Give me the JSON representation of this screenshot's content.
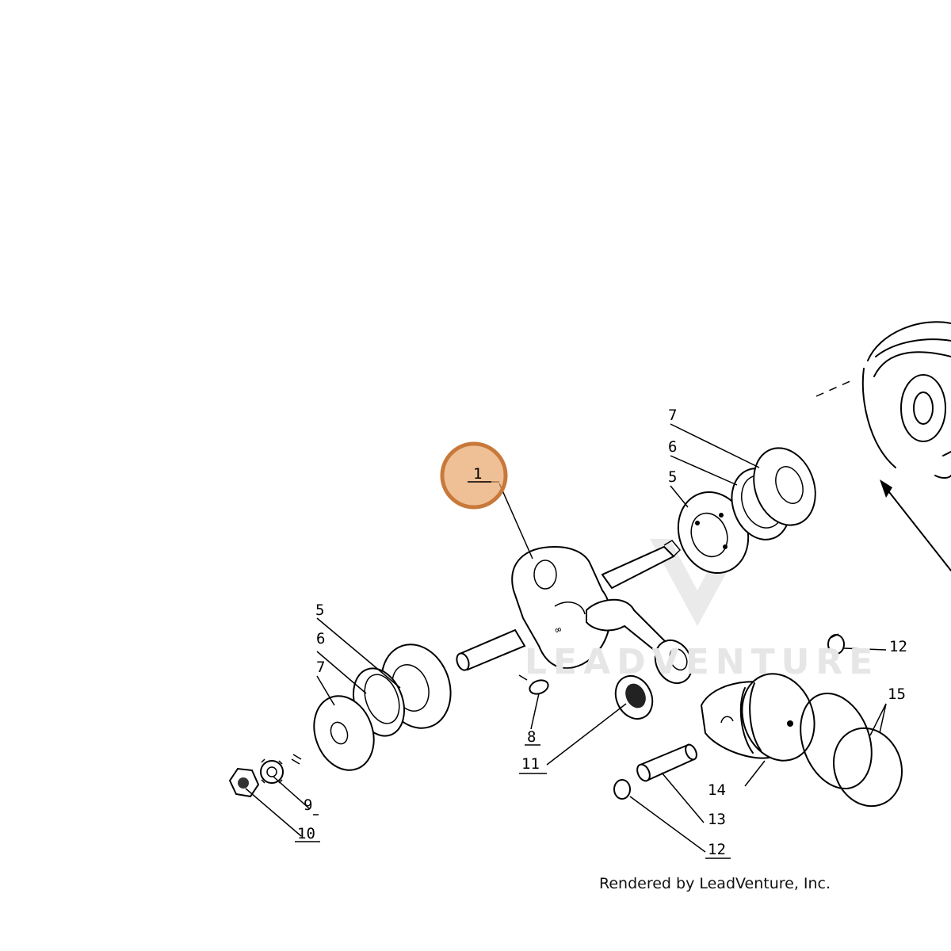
{
  "callouts": [
    {
      "id": "1",
      "label": "1"
    },
    {
      "id": "5a",
      "label": "5"
    },
    {
      "id": "5b",
      "label": "5"
    },
    {
      "id": "6a",
      "label": "6"
    },
    {
      "id": "6b",
      "label": "6"
    },
    {
      "id": "7a",
      "label": "7"
    },
    {
      "id": "7b",
      "label": "7"
    },
    {
      "id": "8",
      "label": "8"
    },
    {
      "id": "9",
      "label": "9"
    },
    {
      "id": "10",
      "label": "10"
    },
    {
      "id": "11",
      "label": "11"
    },
    {
      "id": "12a",
      "label": "12"
    },
    {
      "id": "12b",
      "label": "12"
    },
    {
      "id": "13",
      "label": "13"
    },
    {
      "id": "14",
      "label": "14"
    },
    {
      "id": "15",
      "label": "15"
    }
  ],
  "highlight": {
    "callout": "1",
    "color": "#e8a56a",
    "border": "#c8793a"
  },
  "watermark": "LEADVENTURE",
  "credit": "Rendered by LeadVenture, Inc."
}
